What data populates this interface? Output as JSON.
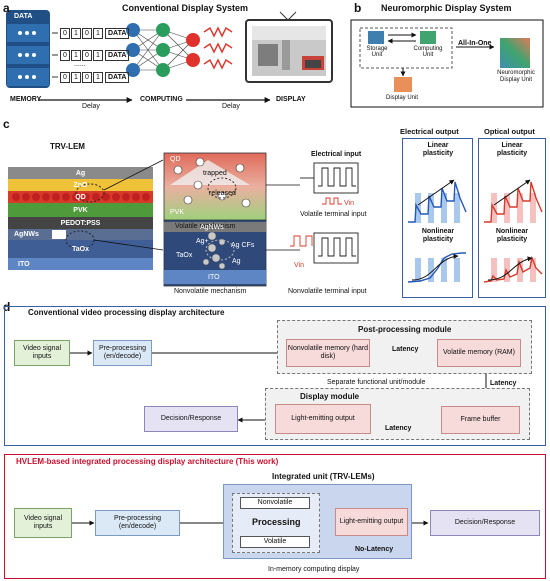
{
  "panel_a": {
    "label": "a",
    "title": "Conventional Display System",
    "db_label": "DATA",
    "stream_bits": [
      "0",
      "1",
      "0",
      "1"
    ],
    "stream_data": "DATA",
    "ellipsis": "......",
    "memory": "MEMORY",
    "computing": "COMPUTING",
    "display": "DISPLAY",
    "delay1": "Delay",
    "delay2": "Delay"
  },
  "panel_b": {
    "label": "b",
    "title": "Neuromorphic Display System",
    "storage": "Storage Unit",
    "computing": "Computing Unit",
    "display_unit": "Display Unit",
    "all_in_one": "All-In-One",
    "neuro_unit": "Neuromorphic Display Unit"
  },
  "panel_c": {
    "label": "c",
    "device_title": "TRV-LEM",
    "layers": [
      "Ag",
      "ZnO",
      "QD",
      "PVK",
      "PEDOT:PSS",
      "AgNWs",
      "TaOx",
      "ITO"
    ],
    "volatile": {
      "qd": "QD",
      "trapped": "trapped",
      "released": "released",
      "pvk": "PVK",
      "caption": "Volatile mechanism"
    },
    "nonvolatile": {
      "agnws": "AgNWs",
      "agplus": "Ag+",
      "agcfs": "Ag CFs",
      "taox": "TaOx",
      "ag": "Ag",
      "ito": "ITO",
      "caption": "Nonvolatile mechanism"
    },
    "electrical_input": "Electrical input",
    "vin": "Vin",
    "volatile_input": "Volatile terminal input",
    "nonvolatile_input": "Nonvolatile terminal input",
    "electrical_output": "Electrical output",
    "optical_output": "Optical output",
    "linear": "Linear plasticity",
    "nonlinear": "Nonlinear plasticity"
  },
  "panel_d": {
    "label": "d",
    "conv_title": "Conventional video processing display architecture",
    "video": "Video signal inputs",
    "pre": "Pre-processing (en/decode)",
    "post_module": "Post-processing module",
    "nonvol_mem": "Nonvolatile memory (hard disk)",
    "vol_mem": "Volatile memory (RAM)",
    "latency": "Latency",
    "separate": "Separate functional unit/module",
    "display_module": "Display module",
    "light_output": "Light-emitting output",
    "frame_buffer": "Frame buffer",
    "decision": "Decision/Response",
    "hv_title": "HVLEM-based integrated processing display architecture (This work)",
    "integrated": "Integrated unit (TRV-LEMs)",
    "nonvolatile": "Nonvolatile",
    "processing": "Processing",
    "volatile": "Volatile",
    "no_latency": "No-Latency",
    "in_memory": "In-memory computing display"
  },
  "colors": {
    "frame_blue": "#3a5ea8",
    "title_red": "#c8102e",
    "accent_red": "#e0322c"
  }
}
